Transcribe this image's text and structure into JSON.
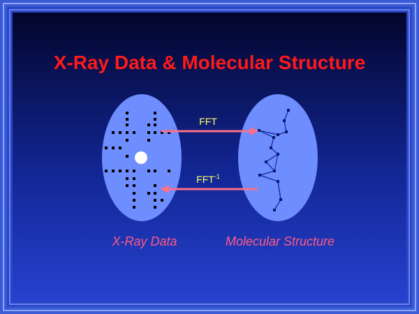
{
  "slide": {
    "title": "X-Ray Data & Molecular Structure"
  },
  "arrows": {
    "forward_label": "FFT",
    "inverse_label": "FFT",
    "inverse_superscript": "-1"
  },
  "captions": {
    "left": "X-Ray Data",
    "right": "Molecular Structure"
  },
  "colors": {
    "frame_outer": "#3a5bd6",
    "background_top": "#03052b",
    "background_bottom": "#2741cf",
    "title": "#ff1a1a",
    "ellipse": "#6e8dff",
    "arrow": "#ff6f86",
    "arrow_label": "#ffff66",
    "caption": "#ff5a86",
    "dots": "#000000",
    "center_spot": "#ffffff",
    "molecule": "#1c2fa0"
  }
}
